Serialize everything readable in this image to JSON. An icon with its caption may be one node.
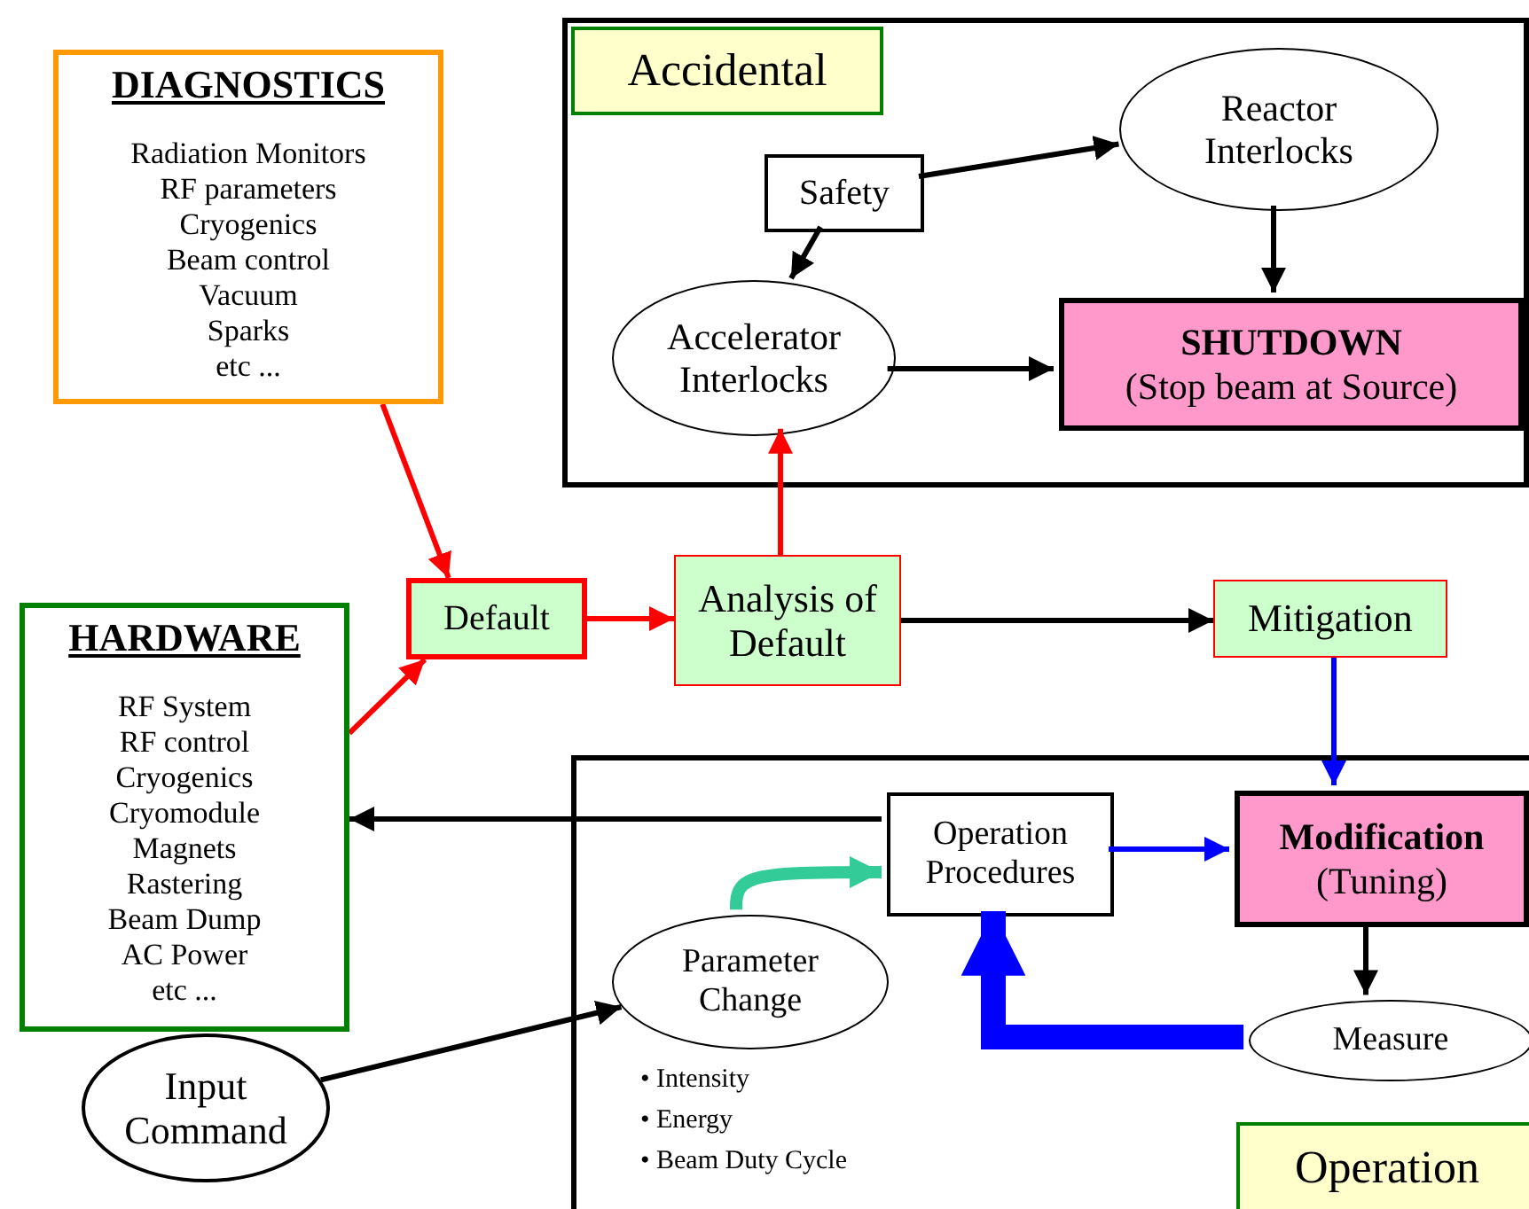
{
  "diagram": {
    "nodes": [
      {
        "text": [
          "DIAGNOSTICS",
          "Radiation Monitors",
          "RF parameters",
          "Cryogenics",
          "Beam control",
          "Vacuum",
          "Sparks",
          "etc ..."
        ]
      },
      {
        "text": [
          "HARDWARE",
          "RF System",
          "RF control",
          "Cryogenics",
          "Cryomodule",
          "Magnets",
          "Rastering",
          "Beam Dump",
          "AC Power",
          "etc ..."
        ]
      },
      {
        "text": [
          "Accidental"
        ]
      },
      {
        "text": [
          "Safety"
        ],
        "in": 2
      },
      {
        "text": [
          "Reactor Interlocks"
        ],
        "in": 2
      },
      {
        "text": [
          "Accelerator Interlocks"
        ],
        "in": 2
      },
      {
        "text": [
          "SHUTDOWN",
          "(Stop beam at Source)"
        ],
        "in": 2
      },
      {
        "text": [
          "Default"
        ]
      },
      {
        "text": [
          "Analysis of Default"
        ]
      },
      {
        "text": [
          "Mitigation"
        ]
      },
      {
        "text": [
          "Operation"
        ]
      },
      {
        "text": [
          "Operation Procedures"
        ],
        "in": 10
      },
      {
        "text": [
          "Modification",
          "(Tuning)"
        ],
        "in": 10
      },
      {
        "text": [
          "Parameter Change"
        ],
        "in": 10,
        "beside": [
          "• Intensity",
          "• Energy",
          "• Beam Duty Cycle"
        ]
      },
      {
        "text": [
          "Measure"
        ],
        "in": 10
      },
      {
        "text": [
          "Input Command"
        ]
      }
    ],
    "edges": [
      {
        "from": 0,
        "to": 7,
        "arrow": "to",
        "color": "#ff0000"
      },
      {
        "from": 1,
        "to": 7,
        "arrow": "to",
        "color": "#ff0000"
      },
      {
        "from": 7,
        "to": 8,
        "arrow": "to",
        "color": "#ff0000"
      },
      {
        "from": 8,
        "to": 5,
        "arrow": "to",
        "color": "#ff0000"
      },
      {
        "from": 8,
        "to": 9,
        "arrow": "to"
      },
      {
        "from": 3,
        "to": 4,
        "arrow": "to"
      },
      {
        "from": 3,
        "to": 5,
        "arrow": "to"
      },
      {
        "from": 4,
        "to": 6,
        "arrow": "to"
      },
      {
        "from": 5,
        "to": 6,
        "arrow": "to"
      },
      {
        "from": 9,
        "to": 12,
        "arrow": "to",
        "color": "#0000ff"
      },
      {
        "from": 11,
        "to": 1,
        "arrow": "to"
      },
      {
        "from": 13,
        "to": 11,
        "arrow": "to",
        "style": "thick",
        "color": "#33cc99"
      },
      {
        "from": 11,
        "to": 12,
        "arrow": "to",
        "color": "#0000ff"
      },
      {
        "from": 12,
        "to": 14,
        "arrow": "to"
      },
      {
        "from": 14,
        "to": 11,
        "arrow": "to",
        "style": "thick",
        "color": "#0000ff"
      },
      {
        "from": 15,
        "to": 13,
        "arrow": "to"
      }
    ]
  }
}
